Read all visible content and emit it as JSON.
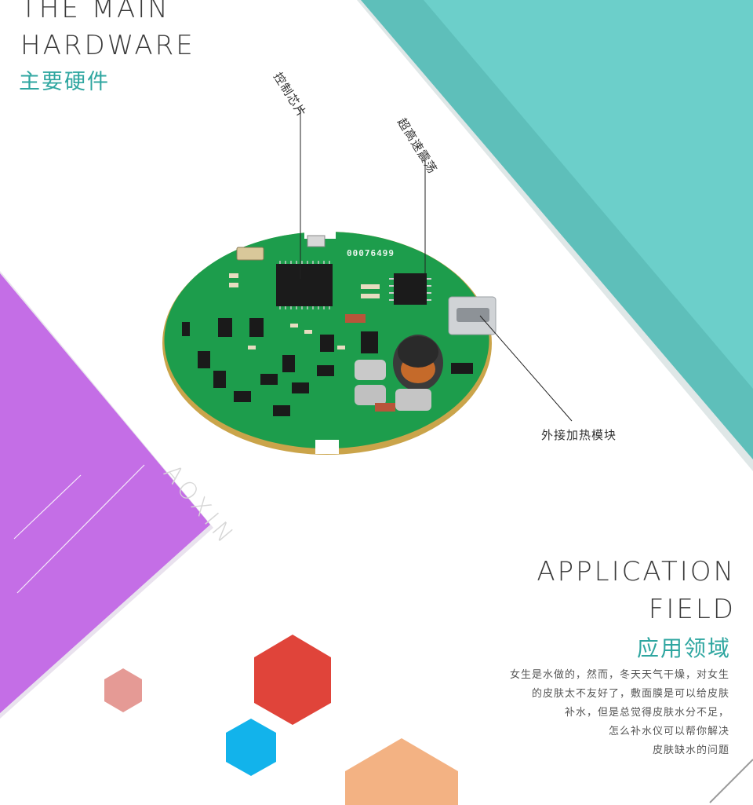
{
  "hardware": {
    "title_line1": "THE MAIN",
    "title_line2": "HARDWARE",
    "title_cn": "主要硬件"
  },
  "callouts": {
    "chip": "控制芯片",
    "oscillation": "超高速震荡",
    "heating": "外接加热模块"
  },
  "board": {
    "serial": "00076499"
  },
  "watermark": "AOXIN",
  "application": {
    "title_line1": "APPLICATION",
    "title_line2": "FIELD",
    "title_cn": "应用领域",
    "desc_lines": [
      "女生是水做的，然而，冬天天气干燥，对女生",
      "的皮肤太不友好了，敷面膜是可以给皮肤",
      "补水，但是总觉得皮肤水分不足，",
      "怎么补水仪可以帮你解决",
      "皮肤缺水的问题"
    ]
  },
  "colors": {
    "teal": "#5ec4bf",
    "teal_light": "#6ed0cb",
    "purple": "#c46ee6",
    "red": "#e0443a",
    "pink": "#e59a95",
    "blue": "#12b3eb",
    "orange": "#f3b283",
    "pcb_green": "#1d9d4c",
    "accent_text": "#2ea6a0"
  }
}
